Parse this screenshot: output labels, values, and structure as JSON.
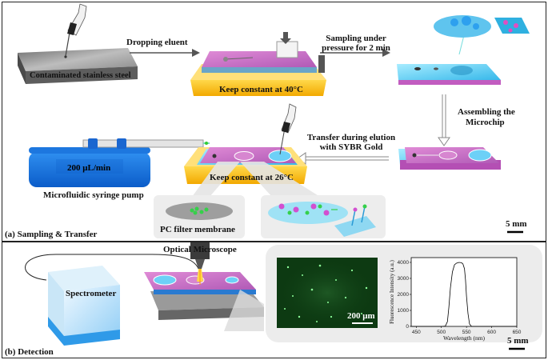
{
  "panel_a": {
    "caption": "(a) Sampling & Transfer",
    "steel_label": "Contaminated stainless steel",
    "dropping_eluent": "Dropping eluent",
    "keep_40": "Keep constant at 40°C",
    "sampling_line1": "Sampling under",
    "sampling_line2": "pressure for 2 min",
    "assembling_line1": "Assembling the",
    "assembling_line2": "Microchip",
    "transfer_line1": "Transfer during elution",
    "transfer_line2": "with SYBR Gold",
    "keep_26": "Keep constant at 26°C",
    "pump_value": "200 μL/min",
    "pump_label": "Microfluidic syringe pump",
    "membrane_label": "PC filter membrane",
    "scale": "5 mm"
  },
  "panel_b": {
    "caption": "(b) Detection",
    "spectrometer": "Spectrometer",
    "microscope": "Optical Microscope",
    "micro_scale": "200 μm",
    "scale": "5 mm"
  },
  "chart_data": {
    "type": "line",
    "xlabel": "Wavelength (nm)",
    "ylabel": "Fluorescence Intensity (a.u.)",
    "xlim": [
      440,
      650
    ],
    "ylim": [
      0,
      4300
    ],
    "xticks": [
      450,
      500,
      550,
      600,
      650
    ],
    "yticks": [
      0,
      1000,
      2000,
      3000,
      4000
    ],
    "series": [
      {
        "x": [
          440,
          500,
          508,
          512,
          515,
          518,
          522,
          526,
          530,
          535,
          540,
          543,
          546,
          548,
          550,
          553,
          556,
          560,
          600,
          650
        ],
        "y": [
          0,
          0,
          20,
          300,
          1200,
          2400,
          3400,
          3850,
          3950,
          4000,
          3980,
          3900,
          3600,
          2900,
          1900,
          800,
          150,
          0,
          0,
          0
        ]
      }
    ]
  }
}
